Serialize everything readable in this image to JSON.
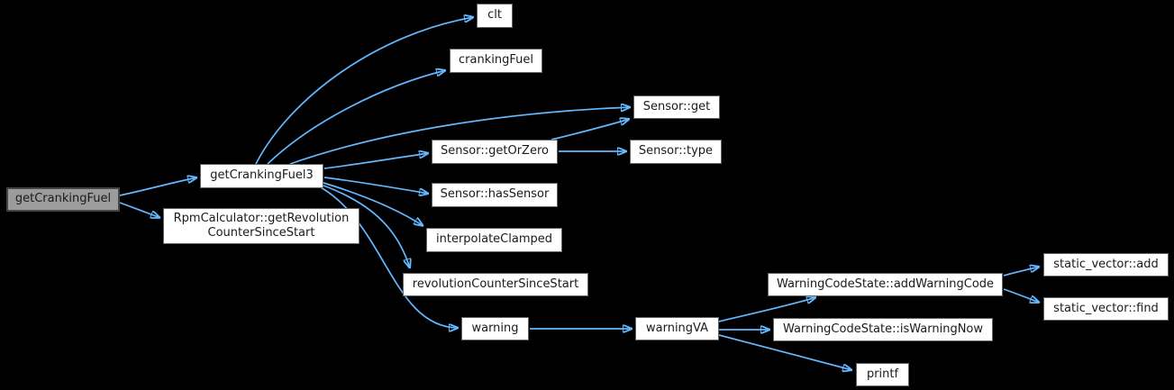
{
  "diagram": {
    "type": "call-graph",
    "background_color": "#000000",
    "edge_color": "#63B8FF",
    "node_fill_color": "#FFFFFF",
    "node_border_color": "#636363",
    "highlight_fill_color": "#9C9C9C",
    "highlight_border_color": "#454545",
    "text_color": "#1A1A1A"
  },
  "nodes": [
    {
      "id": "getCrankingFuel",
      "label": "getCrankingFuel",
      "highlighted": true
    },
    {
      "id": "getCrankingFuel3",
      "label": "getCrankingFuel3",
      "highlighted": false
    },
    {
      "id": "rpmCalculatorGetRevolutionCounterSinceStart",
      "label": "RpmCalculator::getRevolution\nCounterSinceStart",
      "highlighted": false
    },
    {
      "id": "clt",
      "label": "clt",
      "highlighted": false
    },
    {
      "id": "crankingFuel",
      "label": "crankingFuel",
      "highlighted": false
    },
    {
      "id": "sensorGet",
      "label": "Sensor::get",
      "highlighted": false
    },
    {
      "id": "sensorGetOrZero",
      "label": "Sensor::getOrZero",
      "highlighted": false
    },
    {
      "id": "sensorType",
      "label": "Sensor::type",
      "highlighted": false
    },
    {
      "id": "sensorHasSensor",
      "label": "Sensor::hasSensor",
      "highlighted": false
    },
    {
      "id": "interpolateClamped",
      "label": "interpolateClamped",
      "highlighted": false
    },
    {
      "id": "revolutionCounterSinceStart",
      "label": "revolutionCounterSinceStart",
      "highlighted": false
    },
    {
      "id": "warning",
      "label": "warning",
      "highlighted": false
    },
    {
      "id": "warningVA",
      "label": "warningVA",
      "highlighted": false
    },
    {
      "id": "warningCodeStateAddWarningCode",
      "label": "WarningCodeState::addWarningCode",
      "highlighted": false
    },
    {
      "id": "warningCodeStateIsWarningNow",
      "label": "WarningCodeState::isWarningNow",
      "highlighted": false
    },
    {
      "id": "printf",
      "label": "printf",
      "highlighted": false
    },
    {
      "id": "staticVectorAdd",
      "label": "static_vector::add",
      "highlighted": false
    },
    {
      "id": "staticVectorFind",
      "label": "static_vector::find",
      "highlighted": false
    }
  ],
  "edges": [
    {
      "from": "getCrankingFuel",
      "to": "getCrankingFuel3"
    },
    {
      "from": "getCrankingFuel",
      "to": "rpmCalculatorGetRevolutionCounterSinceStart"
    },
    {
      "from": "getCrankingFuel3",
      "to": "clt"
    },
    {
      "from": "getCrankingFuel3",
      "to": "crankingFuel"
    },
    {
      "from": "getCrankingFuel3",
      "to": "sensorGet"
    },
    {
      "from": "getCrankingFuel3",
      "to": "sensorGetOrZero"
    },
    {
      "from": "getCrankingFuel3",
      "to": "sensorHasSensor"
    },
    {
      "from": "getCrankingFuel3",
      "to": "interpolateClamped"
    },
    {
      "from": "getCrankingFuel3",
      "to": "revolutionCounterSinceStart"
    },
    {
      "from": "getCrankingFuel3",
      "to": "warning"
    },
    {
      "from": "sensorGetOrZero",
      "to": "sensorGet"
    },
    {
      "from": "sensorGetOrZero",
      "to": "sensorType"
    },
    {
      "from": "warning",
      "to": "warningVA"
    },
    {
      "from": "warningVA",
      "to": "warningCodeStateAddWarningCode"
    },
    {
      "from": "warningVA",
      "to": "warningCodeStateIsWarningNow"
    },
    {
      "from": "warningVA",
      "to": "printf"
    },
    {
      "from": "warningCodeStateAddWarningCode",
      "to": "staticVectorAdd"
    },
    {
      "from": "warningCodeStateAddWarningCode",
      "to": "staticVectorFind"
    }
  ]
}
